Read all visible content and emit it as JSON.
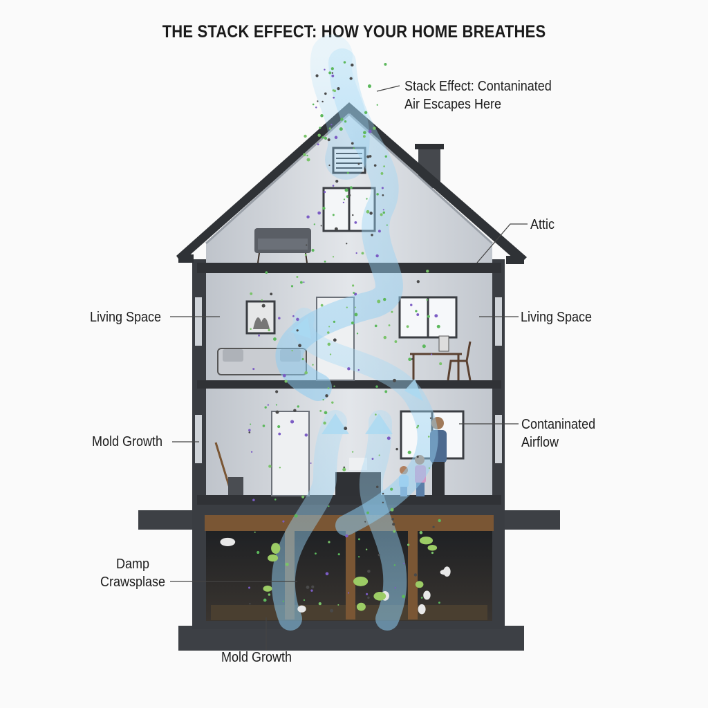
{
  "title": "THE STACK EFFECT: HOW YOUR HOME BREATHES",
  "labels": {
    "stack_effect_line1": "Stack Effect: Contaninated",
    "stack_effect_line2": "Air Escapes Here",
    "attic": "Attic",
    "living_space_left": "Living Space",
    "living_space_right": "Living Space",
    "mold_growth_left": "Mold Growth",
    "contaminated_airflow_line1": "Contaninated",
    "contaminated_airflow_line2": "Airflow",
    "damp_crawlspace_line1": "Damp",
    "damp_crawlspace_line2": "Crawsplase",
    "mold_growth_bottom": "Mold Growth"
  },
  "colors": {
    "wall": "#3a3d42",
    "interior": "#d4d8de",
    "air": "#8ccbf0",
    "wood": "#7a5634",
    "crawlspace": "#2b2d30",
    "mold": "#9ccc65"
  }
}
